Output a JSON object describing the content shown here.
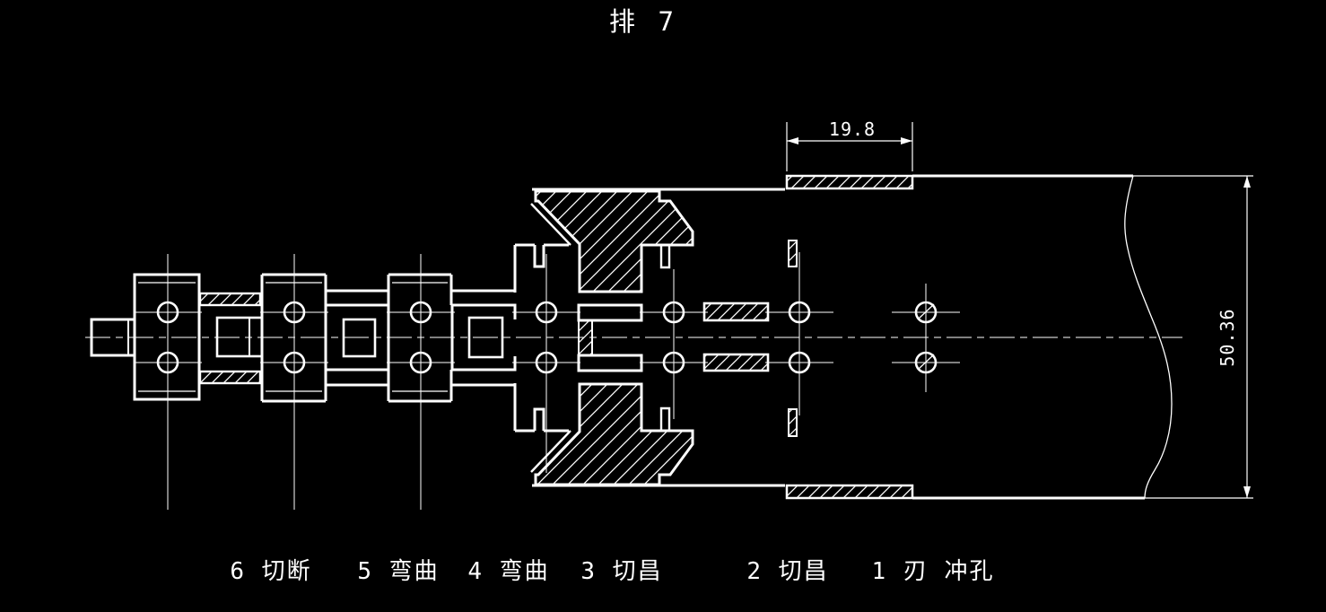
{
  "colors": {
    "background": "#000000",
    "line": "#ffffff",
    "text": "#ffffff"
  },
  "title": "排 7",
  "dimensions": {
    "notch_width": "19.8",
    "strip_height": "50.36"
  },
  "stations": [
    {
      "number": "6",
      "process": "切断",
      "label": "6 切断"
    },
    {
      "number": "5",
      "process": "弯曲",
      "label": "5 弯曲"
    },
    {
      "number": "4",
      "process": "弯曲",
      "label": "4 弯曲"
    },
    {
      "number": "3",
      "process": "切昌",
      "label": "3 切昌"
    },
    {
      "number": "2",
      "process": "切昌",
      "label": "2 切昌"
    },
    {
      "number": "1",
      "process": "刃 冲孔",
      "label": "1 刃 冲孔"
    }
  ]
}
